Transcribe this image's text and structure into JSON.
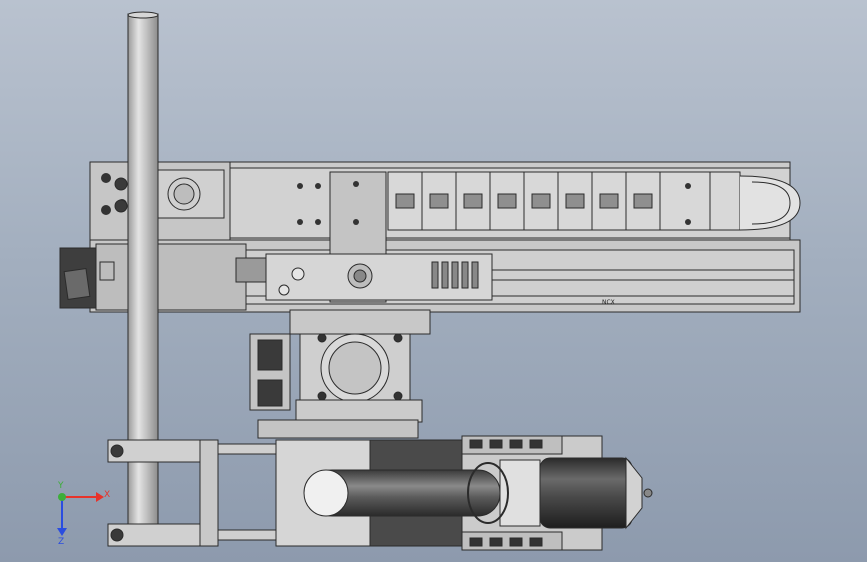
{
  "viewport": {
    "background_top": "#b9c2cf",
    "background_bottom": "#8d9aad"
  },
  "triad": {
    "x_label": "X",
    "y_label": "Y",
    "z_label": "Z",
    "x_color": "#e8332a",
    "y_color": "#3dae3a",
    "z_color": "#2a4de0"
  },
  "model": {
    "part_color": "#c9c9c9",
    "edge_color": "#2b2b2b",
    "dark_part_color": "#3e3e3e",
    "label_mark": "NCX"
  }
}
